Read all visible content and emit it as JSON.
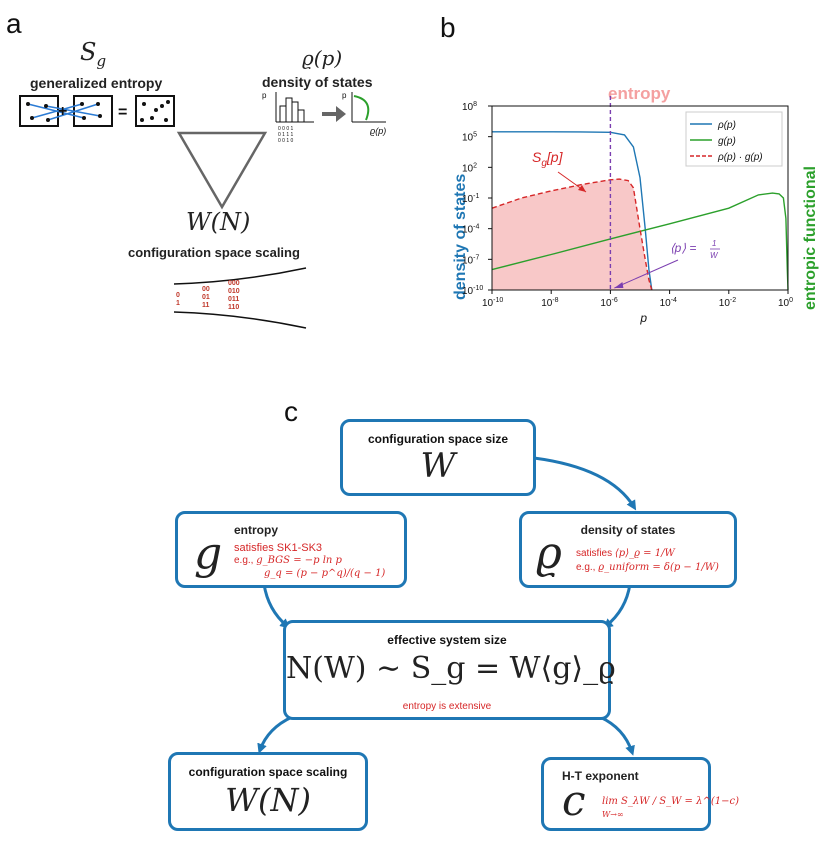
{
  "panel_a": {
    "letter": "a",
    "sg_symbol": "S",
    "sg_sub": "g",
    "sg_label": "generalized entropy",
    "rho_symbol": "ϱ(p)",
    "rho_label": "density of states",
    "w_symbol": "W(N)",
    "w_label": "configuration space scaling",
    "hist_axis_p": "p",
    "curve_axis_p": "p",
    "curve_axis_rho": "ϱ(p)",
    "bit_cols": [
      [
        "0",
        "1"
      ],
      [
        "00",
        "01",
        "11"
      ],
      [
        "000",
        "010",
        "011",
        "110"
      ]
    ]
  },
  "panel_b": {
    "letter": "b",
    "top_label": "entropy",
    "left_label": "density of states",
    "right_label": "entropic functional",
    "xlabel": "p",
    "annotation_sg": "S",
    "annotation_sg_sub": "g",
    "annotation_sg_rest": "[p]",
    "annotation_mean": "⟨p⟩ = ",
    "annotation_mean_frac_top": "1",
    "annotation_mean_frac_bot": "W",
    "colors": {
      "rho": "#1f77b4",
      "g": "#2ca02c",
      "prod": "#d62728",
      "fill": "#f8c8c8",
      "vline": "#7b3fb0",
      "top_label": "#f4a0a0"
    }
  },
  "chart_data": {
    "type": "line",
    "x_scale": "log",
    "y_scale": "log",
    "xlim": [
      1e-10,
      1
    ],
    "ylim": [
      1e-10,
      100000000.0
    ],
    "x_ticks": [
      "10^-10",
      "10^-8",
      "10^-6",
      "10^-4",
      "10^-2",
      "10^0"
    ],
    "y_ticks": [
      "10^-10",
      "10^-7",
      "10^-4",
      "10^-1",
      "10^2",
      "10^5",
      "10^8"
    ],
    "xlabel": "p",
    "vline_x": 1e-06,
    "series": [
      {
        "name": "ρ(p)",
        "style": "solid",
        "color": "#1f77b4",
        "x": [
          1e-10,
          1e-09,
          1e-08,
          1e-07,
          1e-06,
          3e-06,
          6e-06,
          1e-05,
          1.5e-05,
          2e-05,
          2.5e-05
        ],
        "y": [
          300000.0,
          300000.0,
          300000.0,
          290000.0,
          270000.0,
          150000.0,
          10000.0,
          10,
          0.0001,
          1e-08,
          1e-10
        ]
      },
      {
        "name": "g(p)",
        "style": "solid",
        "color": "#2ca02c",
        "x": [
          1e-10,
          1e-08,
          1e-06,
          0.0001,
          0.01,
          0.1,
          0.3,
          0.5,
          0.7,
          0.85,
          0.95,
          1
        ],
        "y": [
          1e-08,
          3e-07,
          1e-05,
          0.0003,
          0.01,
          0.2,
          0.3,
          0.25,
          0.1,
          0.001,
          1e-08,
          1e-10
        ]
      },
      {
        "name": "ρ(p) · g(p)",
        "style": "dashed",
        "color": "#d62728",
        "x": [
          1e-10,
          1e-09,
          1e-08,
          1e-07,
          1e-06,
          2e-06,
          4e-06,
          6e-06,
          1e-05,
          1.5e-05,
          2e-05,
          2.5e-05
        ],
        "y": [
          0.01,
          0.1,
          0.5,
          2,
          6,
          7,
          5,
          1,
          0.0001,
          1e-07,
          1e-09,
          1e-10
        ]
      }
    ]
  },
  "panel_c": {
    "letter": "c",
    "config_size": {
      "title": "configuration space size",
      "symbol": "W"
    },
    "entropy": {
      "title": "entropy",
      "symbol": "g",
      "line1": "satisfies SK1-SK3",
      "line2_prefix": "e.g., ",
      "line2": "g_BGS = −p ln p",
      "line3": "g_q = (p − p^q)/(q − 1)"
    },
    "density": {
      "title": "density of states",
      "symbol": "ϱ",
      "line1_prefix": "satisfies ",
      "line1": "⟨p⟩_ϱ = 1/W",
      "line2_prefix": "e.g., ",
      "line2": "ϱ_uniform = δ(p − 1/W)"
    },
    "effective": {
      "title": "effective system size",
      "formula": "N(W) ∼ S_g = W⟨g⟩_ϱ",
      "note": "entropy is extensive"
    },
    "scaling": {
      "title": "configuration space scaling",
      "symbol": "W(N)"
    },
    "ht": {
      "title": "H-T exponent",
      "symbol": "c",
      "formula": "lim S_λW / S_W = λ^(1−c)",
      "lim_sub": "W→∞"
    }
  }
}
